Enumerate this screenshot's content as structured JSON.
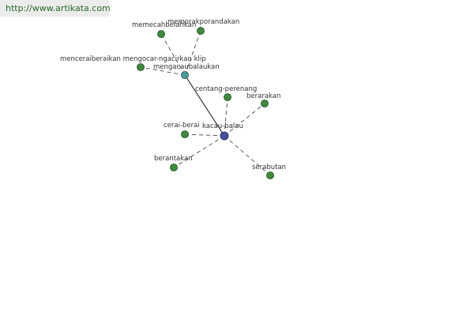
{
  "source": {
    "url": "http://www.artikata.com"
  },
  "graph": {
    "nodes": {
      "kacau_balau": {
        "label": "kacau-balau",
        "kind": "center",
        "color": "#45509a"
      },
      "mengacaubalaukan": {
        "label": "mengacaubalaukan",
        "kind": "hub",
        "color": "#4a9a9a"
      },
      "memecahbelahkan": {
        "label": "memecahbelahkan",
        "kind": "leaf",
        "color": "#3f8a3f"
      },
      "memorakporandakan": {
        "label": "memorakporandakan",
        "kind": "leaf",
        "color": "#3f8a3f"
      },
      "menceraiberaikan": {
        "label": "menceraiberaikan mengocar-ngacirkan  klip",
        "kind": "leaf",
        "color": "#3f8a3f"
      },
      "centang_perenang": {
        "label": "centang-perenang",
        "kind": "leaf",
        "color": "#3f8a3f"
      },
      "berarakan": {
        "label": "berarakan",
        "kind": "leaf",
        "color": "#3f8a3f"
      },
      "cerai_berai": {
        "label": "cerai-berai",
        "kind": "leaf",
        "color": "#3f8a3f"
      },
      "berantakan": {
        "label": "berantakan",
        "kind": "leaf",
        "color": "#3f8a3f"
      },
      "serabutan": {
        "label": "serabutan",
        "kind": "leaf",
        "color": "#3f8a3f"
      }
    },
    "edges": [
      {
        "from": "kacau_balau",
        "to": "mengacaubalaukan",
        "style": "solid"
      },
      {
        "from": "mengacaubalaukan",
        "to": "memecahbelahkan",
        "style": "dashed"
      },
      {
        "from": "mengacaubalaukan",
        "to": "memorakporandakan",
        "style": "dashed"
      },
      {
        "from": "mengacaubalaukan",
        "to": "menceraiberaikan",
        "style": "dashed"
      },
      {
        "from": "kacau_balau",
        "to": "centang_perenang",
        "style": "dashed"
      },
      {
        "from": "kacau_balau",
        "to": "berarakan",
        "style": "dashed"
      },
      {
        "from": "kacau_balau",
        "to": "cerai_berai",
        "style": "dashed"
      },
      {
        "from": "kacau_balau",
        "to": "berantakan",
        "style": "dashed"
      },
      {
        "from": "kacau_balau",
        "to": "serabutan",
        "style": "dashed"
      }
    ]
  }
}
